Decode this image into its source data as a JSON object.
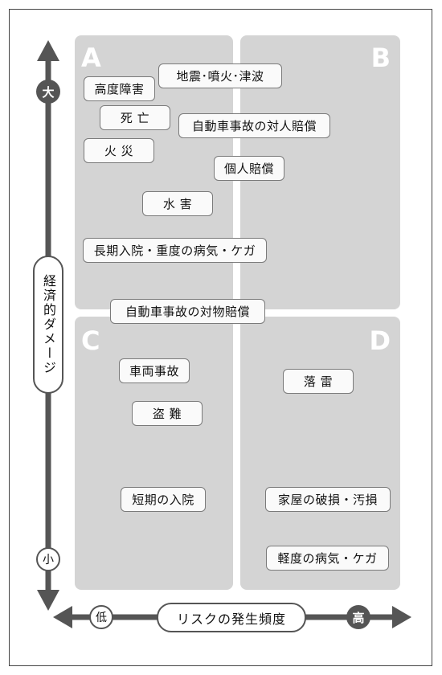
{
  "quadrants": {
    "a": {
      "letter": "A"
    },
    "b": {
      "letter": "B"
    },
    "c": {
      "letter": "C"
    },
    "d": {
      "letter": "D"
    }
  },
  "items": {
    "earthquake": "地震･噴火･津波",
    "severe_disability": "高度障害",
    "death": "死 亡",
    "auto_personal_liability": "自動車事故の対人賠償",
    "fire": "火 災",
    "personal_liability": "個人賠償",
    "flood": "水 害",
    "long_hospital": "長期入院・重度の病気・ケガ",
    "auto_property_liability": "自動車事故の対物賠償",
    "vehicle_accident": "車両事故",
    "theft": "盗 難",
    "short_hospital": "短期の入院",
    "lightning": "落 雷",
    "house_damage": "家屋の破損・汚損",
    "minor_illness": "軽度の病気・ケガ"
  },
  "axes": {
    "y_label": "経済的ダメージ",
    "y_high": "大",
    "y_low": "小",
    "x_label": "リスクの発生頻度",
    "x_low": "低",
    "x_high": "高"
  },
  "colors": {
    "quadrant_fill": "#d4d4d4",
    "axis": "#555555",
    "item_fill": "#fafafa"
  }
}
